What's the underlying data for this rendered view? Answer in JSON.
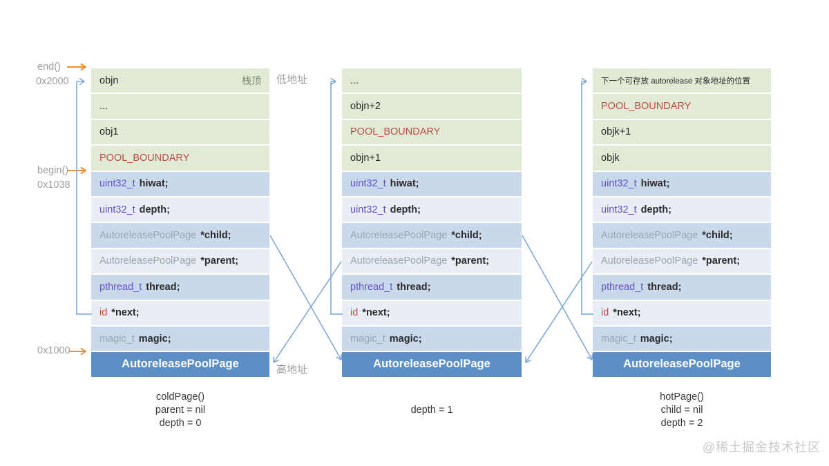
{
  "header_label": "AutoreleasePoolPage",
  "labels": {
    "end": "end()",
    "addr_end": "0x2000",
    "begin": "begin()",
    "addr_begin": "0x1038",
    "addr_base": "0x1000",
    "low_addr": "低地址",
    "high_addr": "高地址",
    "stack_top": "栈顶"
  },
  "fields": [
    {
      "type": "uint32_t",
      "name": "hiwat;"
    },
    {
      "type": "uint32_t",
      "name": "depth;"
    },
    {
      "type": "AutoreleasePoolPage",
      "name": "*child;"
    },
    {
      "type": "AutoreleasePoolPage",
      "name": "*parent;"
    },
    {
      "type": "pthread_t",
      "name": "thread;"
    },
    {
      "type": "id",
      "name": "*next;"
    },
    {
      "type": "magic_t",
      "name": "magic;"
    }
  ],
  "pages": [
    {
      "stack": [
        "objn",
        "...",
        "obj1",
        "POOL_BOUNDARY"
      ],
      "caption": [
        "coldPage()",
        "parent = nil",
        "depth = 0"
      ]
    },
    {
      "stack": [
        "...",
        "objn+2",
        "POOL_BOUNDARY",
        "objn+1"
      ],
      "caption": [
        "depth = 1"
      ]
    },
    {
      "stack": [
        "下一个可存放 autorelease 对象地址的位置",
        "POOL_BOUNDARY",
        "objk+1",
        "objk"
      ],
      "caption": [
        "hotPage()",
        "child = nil",
        "depth = 2"
      ]
    }
  ],
  "watermark": "@稀土掘金技术社区",
  "colors": {
    "green_row": "#e1ead5",
    "field_row_dark": "#c9d8ea",
    "field_row_light": "#e9eef6",
    "header_blue": "#5c8fc5",
    "boundary_red": "#bf4b45",
    "type_purple": "#6254c4",
    "type_gray": "#9aa5b0",
    "arrow_orange": "#e78f3c",
    "arrow_blue": "#7aa5d7"
  }
}
